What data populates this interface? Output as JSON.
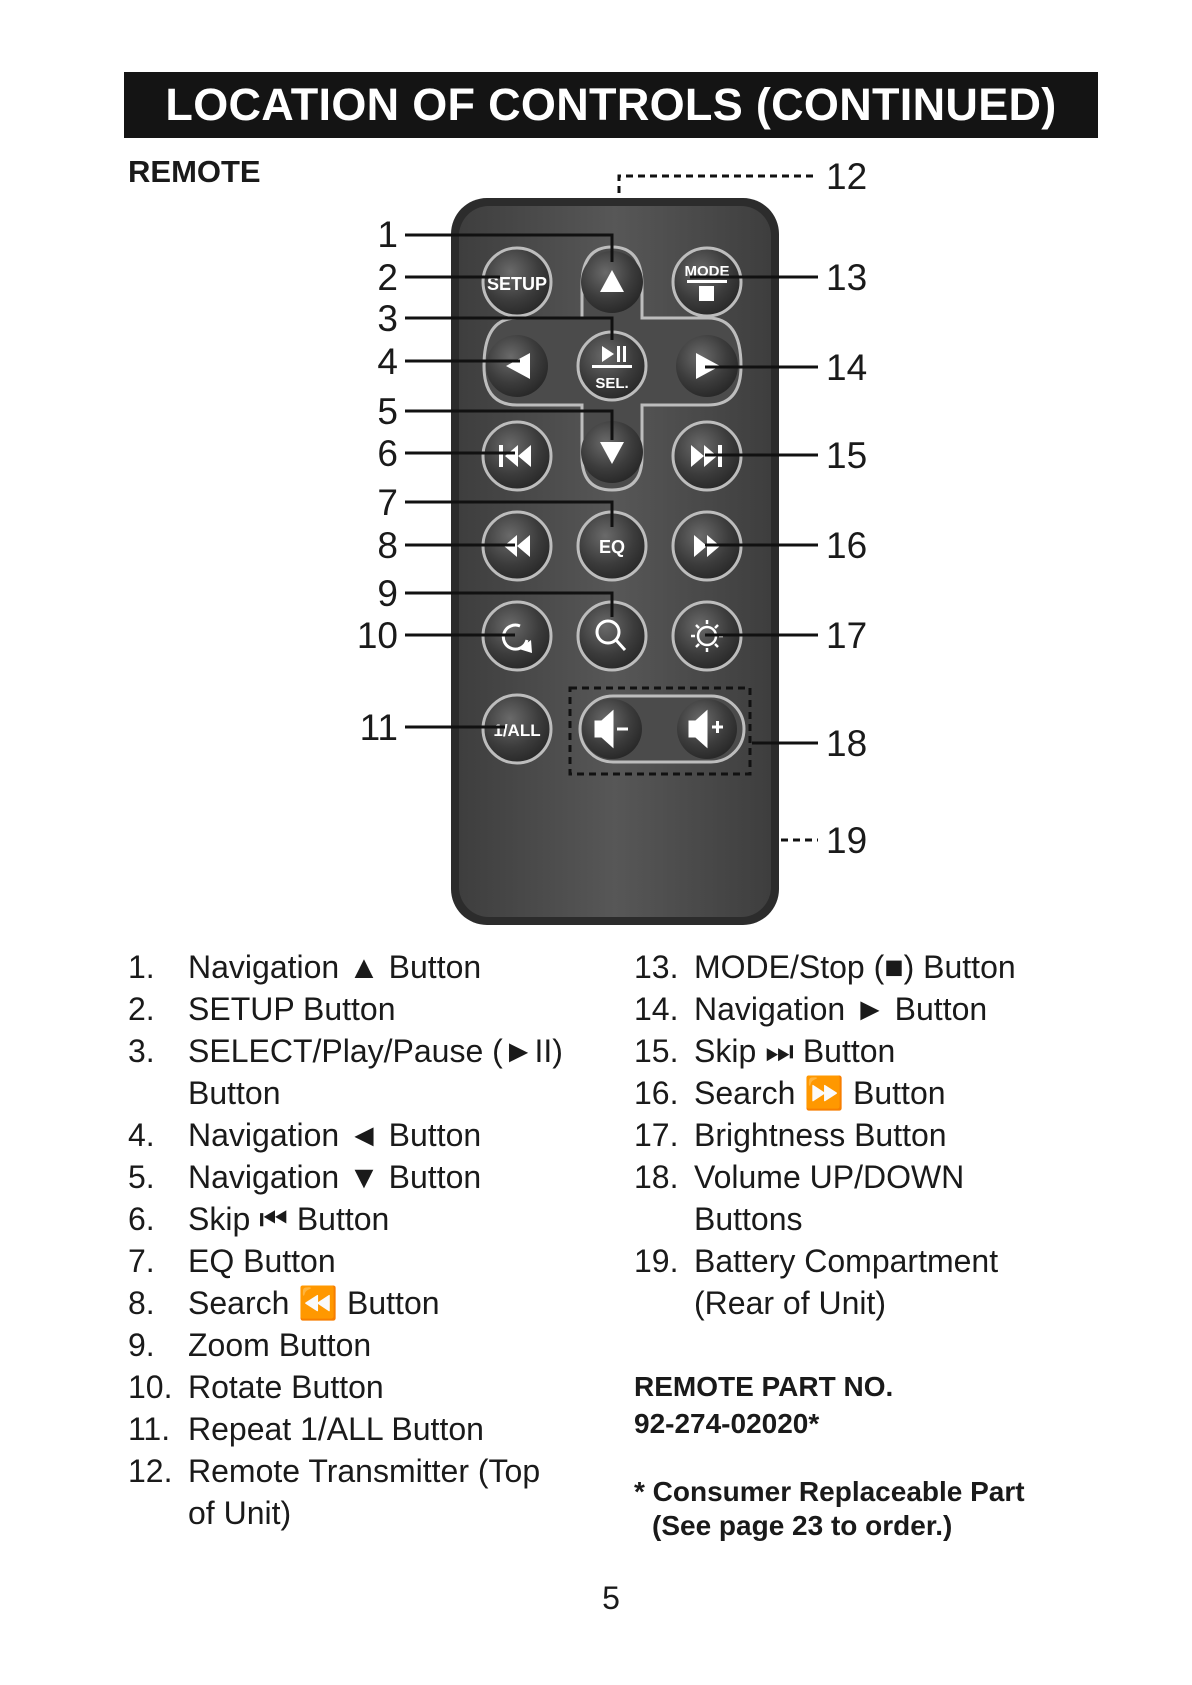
{
  "header": {
    "title": "LOCATION OF CONTROLS (CONTINUED)"
  },
  "section_label": "REMOTE",
  "remote_buttons": {
    "setup": "SETUP",
    "mode": "MODE",
    "sel": "SEL.",
    "eq": "EQ",
    "repeat": "1/ALL"
  },
  "callouts": [
    "1",
    "2",
    "3",
    "4",
    "5",
    "6",
    "7",
    "8",
    "9",
    "10",
    "11",
    "12",
    "13",
    "14",
    "15",
    "16",
    "17",
    "18",
    "19"
  ],
  "legend_left": [
    {
      "num": "1.",
      "text": "Navigation ▲ Button"
    },
    {
      "num": "2.",
      "text": "SETUP Button"
    },
    {
      "num": "3.",
      "text": "SELECT/Play/Pause (►II)",
      "text2": "Button"
    },
    {
      "num": "4.",
      "text": "Navigation ◄ Button"
    },
    {
      "num": "5.",
      "text": "Navigation ▼ Button"
    },
    {
      "num": "6.",
      "text": "Skip ⏮ Button"
    },
    {
      "num": "7.",
      "text": "EQ Button"
    },
    {
      "num": "8.",
      "text": "Search ⏪ Button"
    },
    {
      "num": "9.",
      "text": "Zoom Button"
    },
    {
      "num": "10.",
      "text": "Rotate Button"
    },
    {
      "num": "11.",
      "text": "Repeat 1/ALL Button"
    },
    {
      "num": "12.",
      "text": "Remote Transmitter (Top",
      "text2": "of Unit)"
    }
  ],
  "legend_right": [
    {
      "num": "13.",
      "text": "MODE/Stop (■) Button"
    },
    {
      "num": "14.",
      "text": "Navigation ► Button"
    },
    {
      "num": "15.",
      "text": "Skip ⏭ Button"
    },
    {
      "num": "16.",
      "text": "Search ⏩ Button"
    },
    {
      "num": "17.",
      "text": "Brightness Button"
    },
    {
      "num": "18.",
      "text": "Volume UP/DOWN",
      "text2": "Buttons"
    },
    {
      "num": "19.",
      "text": "Battery Compartment",
      "text2": "(Rear of Unit)"
    }
  ],
  "part": {
    "label": "REMOTE PART NO.",
    "number": "92-274-02020*"
  },
  "note": {
    "line1": "* Consumer Replaceable Part",
    "line2": "(See page 23 to order.)"
  },
  "page_number": "5",
  "colors": {
    "title_bg": "#141414",
    "remote_body": "#4a4a4a",
    "button": "#3a3a3a"
  }
}
